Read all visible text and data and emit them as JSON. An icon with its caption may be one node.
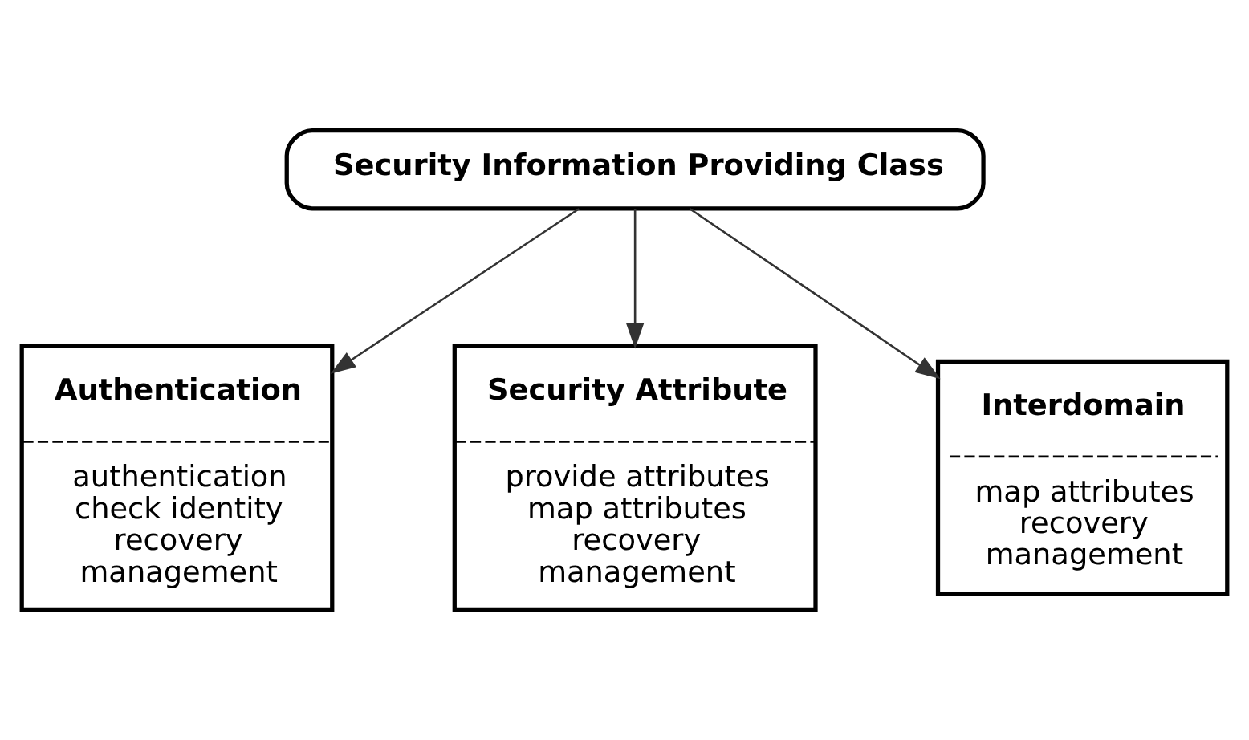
{
  "diagram": {
    "nodes": [
      {
        "text": [
          "Security Information Providing Class"
        ]
      },
      {
        "text": [
          "Authentication",
          "authentication",
          "check identity",
          "recovery",
          "management"
        ]
      },
      {
        "text": [
          "Security Attribute",
          "provide attributes",
          "map attributes",
          "recovery",
          "management"
        ]
      },
      {
        "text": [
          "Interdomain",
          "map attributes",
          "recovery",
          "management"
        ]
      }
    ],
    "edges": [
      {
        "from": 0,
        "to": 1,
        "arrow": "to"
      },
      {
        "from": 0,
        "to": 2,
        "arrow": "to"
      },
      {
        "from": 0,
        "to": 3,
        "arrow": "to"
      }
    ]
  }
}
